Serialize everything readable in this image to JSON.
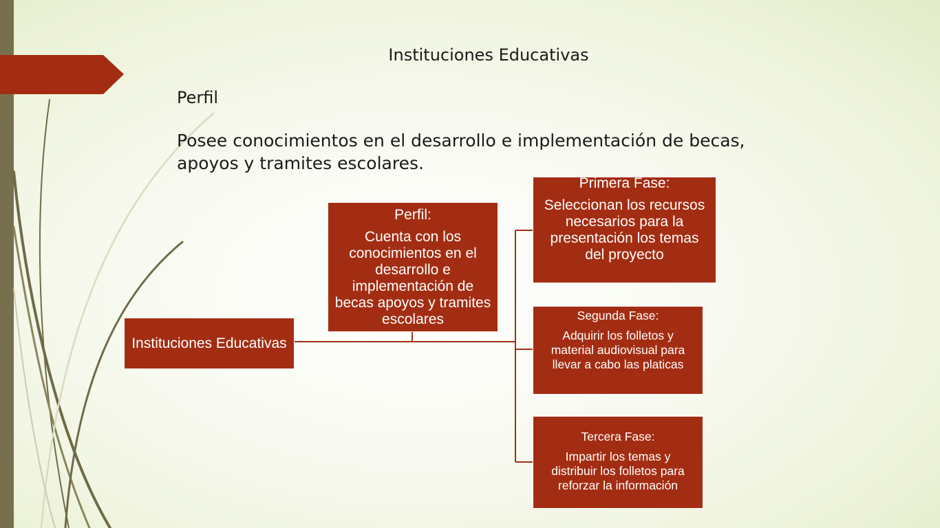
{
  "slide": {
    "title": "Instituciones Educativas",
    "perfil_heading": "Perfil",
    "description_line1": "Posee conocimientos en el desarrollo e implementación de becas,",
    "description_line2": "apoyos y tramites escolares."
  },
  "diagram": {
    "root": {
      "label": "Instituciones Educativas"
    },
    "perfil": {
      "title": "Perfil:",
      "lines": [
        "Cuenta con los",
        "conocimientos en el",
        "desarrollo e",
        "implementación de",
        "becas apoyos y tramites",
        "escolares"
      ]
    },
    "phases": [
      {
        "title": "Primera Fase:",
        "lines": [
          "Seleccionan los recursos",
          "necesarios para la",
          "presentación los temas",
          "del proyecto"
        ]
      },
      {
        "title": "Segunda Fase:",
        "lines": [
          "Adquirir los folletos y",
          "material audiovisual para",
          "llevar a cabo las platicas"
        ]
      },
      {
        "title": "Tercera Fase:",
        "lines": [
          "Impartir los temas y",
          "distribuir los folletos para",
          "reforzar la información"
        ]
      }
    ]
  },
  "colors": {
    "box_fill": "#a32d12",
    "side_bar": "#76704f",
    "connector": "#a32d12",
    "decor_lines": "#6f6a48"
  }
}
